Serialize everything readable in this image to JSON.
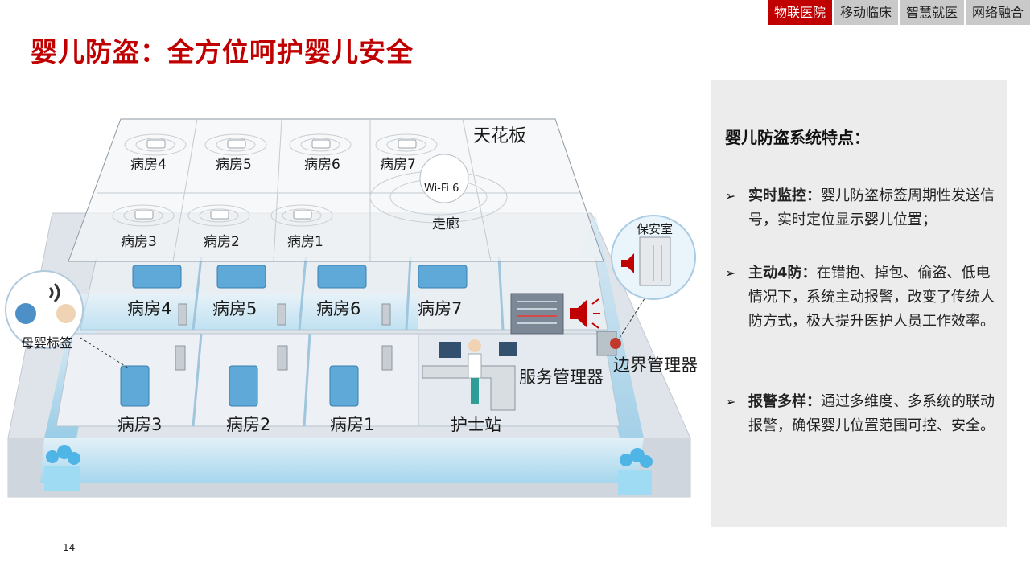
{
  "nav": {
    "tabs": [
      {
        "label": "物联医院",
        "active": true
      },
      {
        "label": "移动临床",
        "active": false
      },
      {
        "label": "智慧就医",
        "active": false
      },
      {
        "label": "网络融合",
        "active": false
      }
    ]
  },
  "title": "婴儿防盗：全方位呵护婴儿安全",
  "diagram": {
    "ceiling_label": "天花板",
    "ceiling_rooms": [
      "病房4",
      "病房5",
      "病房6",
      "病房7",
      "病房3",
      "病房2",
      "病房1"
    ],
    "corridor_label": "走廊",
    "wifi_label": "Wi-Fi 6",
    "upper_rooms": [
      "病房4",
      "病房5",
      "病房6",
      "病房7"
    ],
    "lower_rooms": [
      "病房3",
      "病房2",
      "病房1"
    ],
    "nurse_station": "护士站",
    "service_manager": "服务管理器",
    "boundary_manager": "边界管理器",
    "security_room": "保安室",
    "tag_label": "母婴标签"
  },
  "panel": {
    "heading": "婴儿防盗系统特点：",
    "features": [
      {
        "label": "实时监控：",
        "text": "婴儿防盗标签周期性发送信号，实时定位显示婴儿位置；"
      },
      {
        "label": "主动4防：",
        "text": "在错抱、掉包、偷盗、低电情况下，系统主动报警，改变了传统人防方式，极大提升医护人员工作效率。"
      },
      {
        "label": "报警多样：",
        "text": "通过多维度、多系统的联动报警，确保婴儿位置范围可控、安全。"
      }
    ]
  },
  "colors": {
    "brand": "#c00000",
    "panel_bg": "#ececec",
    "tab_bg": "#c9c9c9",
    "floor": "#dfe6ee",
    "glass": "#bfe3f5"
  },
  "icons": [
    "arrow-bullet-icon",
    "wifi-ap-icon",
    "siren-icon",
    "server-icon",
    "tag-icon"
  ],
  "page_number": "14"
}
